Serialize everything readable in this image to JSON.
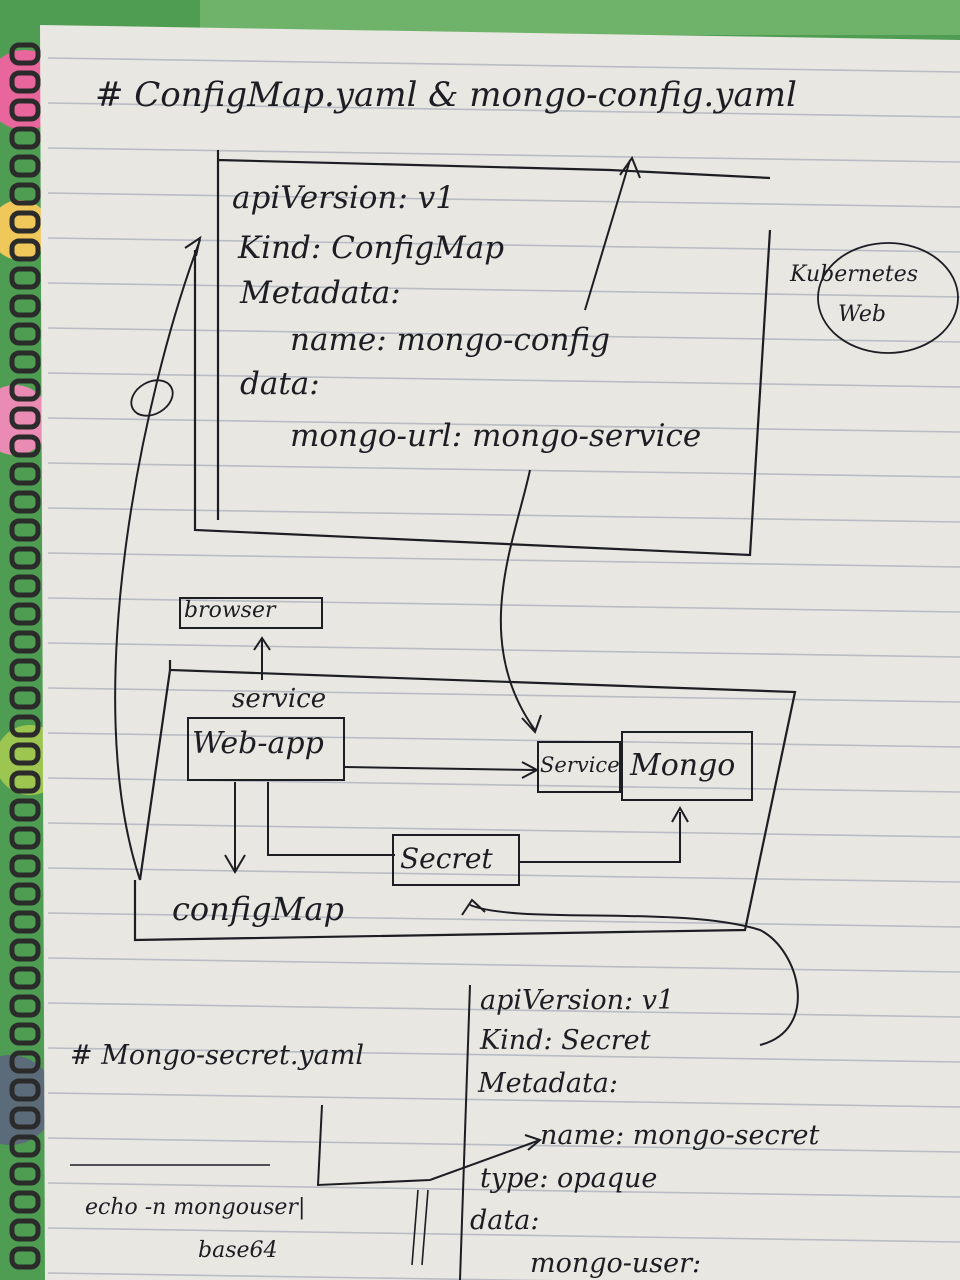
{
  "heading_top": "# ConfigMap.yaml & mongo-config.yaml",
  "configmap_yaml": [
    "apiVersion: v1",
    "Kind: ConfigMap",
    "Metadata:",
    "name: mongo-config",
    "data:",
    "mongo-url: mongo-service"
  ],
  "side_note": [
    "Kubernetes",
    "Web"
  ],
  "diagram": {
    "browser": "browser",
    "service_label": "service",
    "web_app": "Web-app",
    "mongo_service": "Service",
    "mongo": "Mongo",
    "secret": "Secret",
    "configmap": "configMap"
  },
  "heading_secret": "# Mongo-secret.yaml",
  "secret_yaml": [
    "apiVersion: v1",
    "Kind: Secret",
    "Metadata:",
    "name: mongo-secret",
    "type: opaque",
    "data:",
    "mongo-user:"
  ],
  "echo_note": [
    "echo -n mongouser|",
    "base64"
  ],
  "colors": {
    "paper": "#e9e7e1",
    "ink": "#1d1d24",
    "rule_line": "#b9bcc4",
    "spiral": "#2b2b2b",
    "leaf_green": "#3f9a3c",
    "flower_pink": "#e8669b"
  }
}
